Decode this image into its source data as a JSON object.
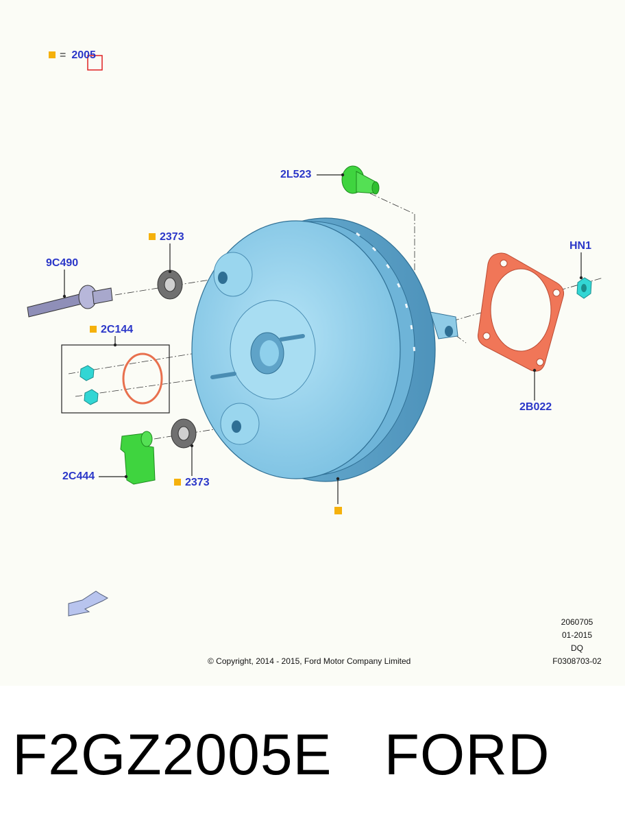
{
  "legend": {
    "equals_sign": "=",
    "base_part": "2005",
    "marker_color": "#f5b10c"
  },
  "callouts": {
    "c2L523": "2L523",
    "c2373_top": "2373",
    "c9C490": "9C490",
    "c2C144": "2C144",
    "cHN1": "HN1",
    "c2B022": "2B022",
    "c2C444": "2C444",
    "c2373_bottom": "2373"
  },
  "icons": {
    "marker": "orange-square-marker",
    "view_arrow": "direction-arrow-icon"
  },
  "copyright": "© Copyright, 2014 - 2015, Ford Motor Company Limited",
  "meta": {
    "code": "2060705",
    "date": "01-2015",
    "initials": "DQ",
    "figure_id": "F0308703-02"
  },
  "part": {
    "number": "F2GZ2005E",
    "brand": "FORD"
  },
  "colors": {
    "label": "#2a36c8",
    "booster": "#8fd0ec",
    "gasket": "#f07658",
    "green_part": "#3fd43f",
    "cyan_nut": "#32d6d4"
  }
}
